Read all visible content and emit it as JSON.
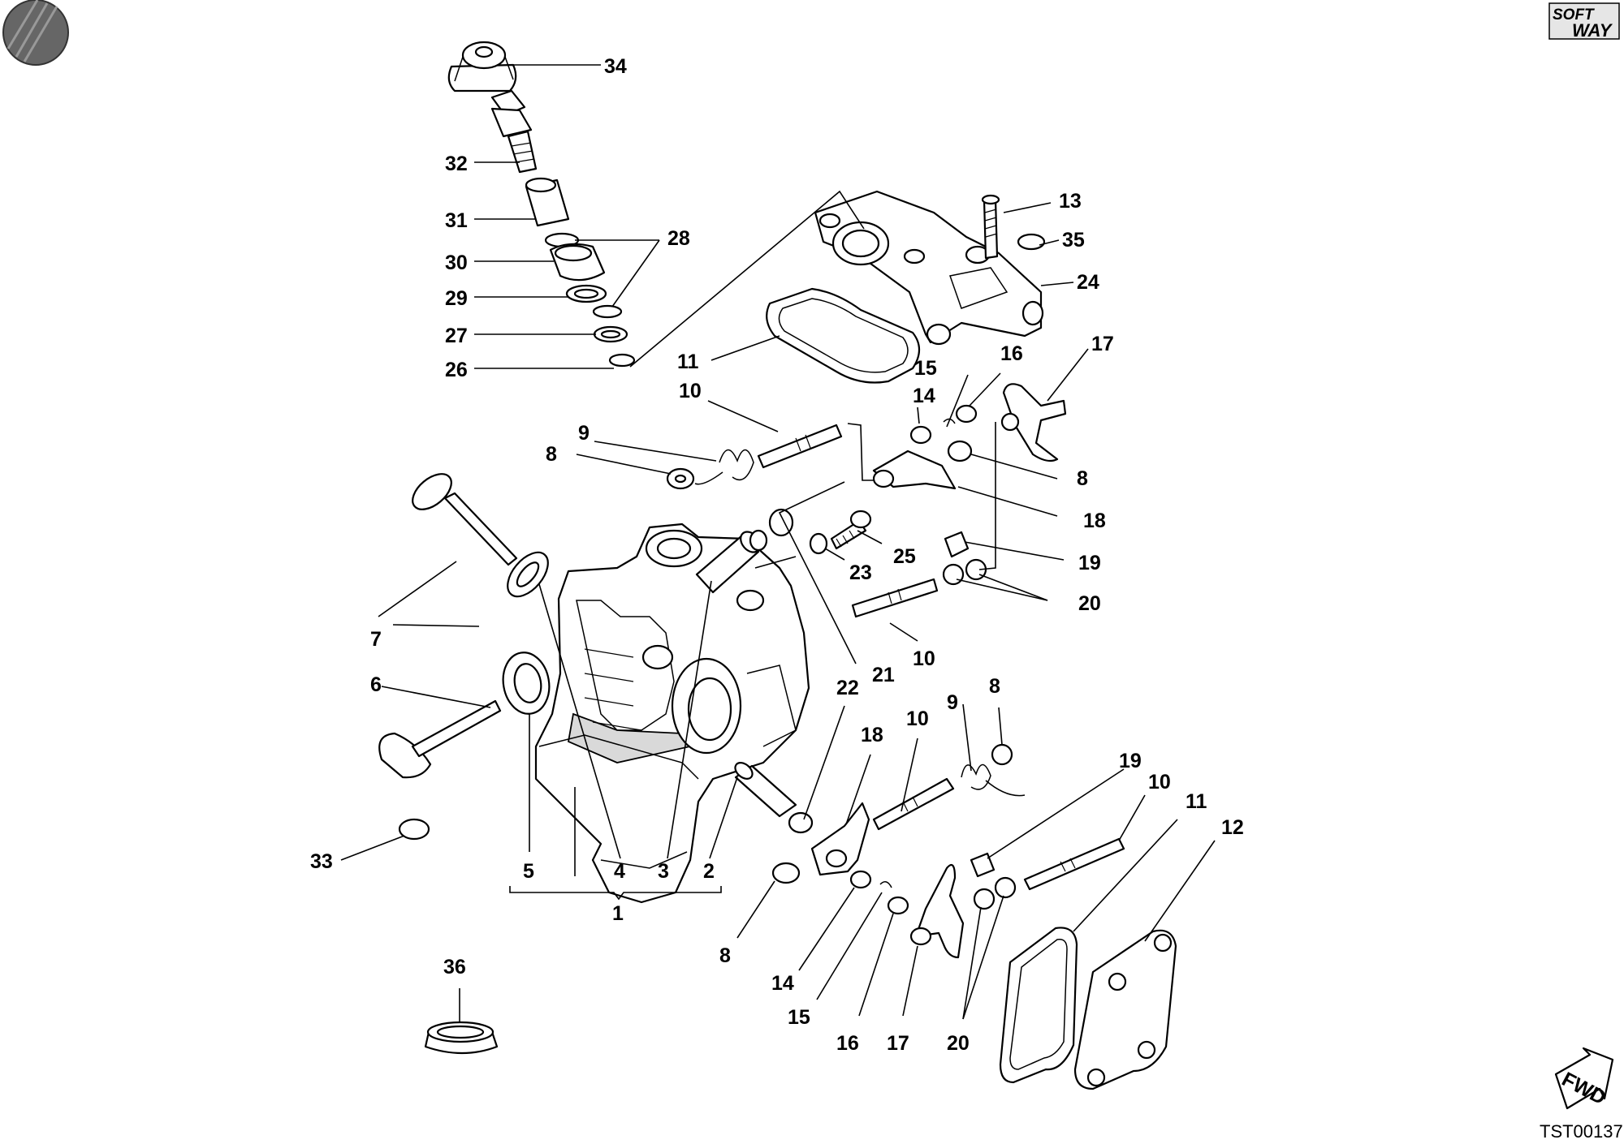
{
  "brand": {
    "line1": "SOFT",
    "line2": "WAY"
  },
  "drawing_code": "TST00137",
  "fwd_label": "FWD",
  "callouts": {
    "c1": "1",
    "c2a": "2",
    "c3": "3",
    "c4": "4",
    "c5": "5",
    "c6": "6",
    "c7": "7",
    "c8a": "8",
    "c8b": "8",
    "c8c": "8",
    "c8d": "8",
    "c9a": "9",
    "c9b": "9",
    "c10a": "10",
    "c10b": "10",
    "c10c": "10",
    "c10d": "10",
    "c11a": "11",
    "c11b": "11",
    "c12": "12",
    "c13": "13",
    "c14a": "14",
    "c14b": "14",
    "c15a": "15",
    "c15b": "15",
    "c16a": "16",
    "c16b": "16",
    "c17a": "17",
    "c17b": "17",
    "c18a": "18",
    "c18b": "18",
    "c19a": "19",
    "c19b": "19",
    "c20a": "20",
    "c20b": "20",
    "c21": "21",
    "c22": "22",
    "c23": "23",
    "c24": "24",
    "c25": "25",
    "c26": "26",
    "c27": "27",
    "c28": "28",
    "c29": "29",
    "c30": "30",
    "c31": "31",
    "c32": "32",
    "c33": "33",
    "c34": "34",
    "c35": "35",
    "c36": "36"
  }
}
